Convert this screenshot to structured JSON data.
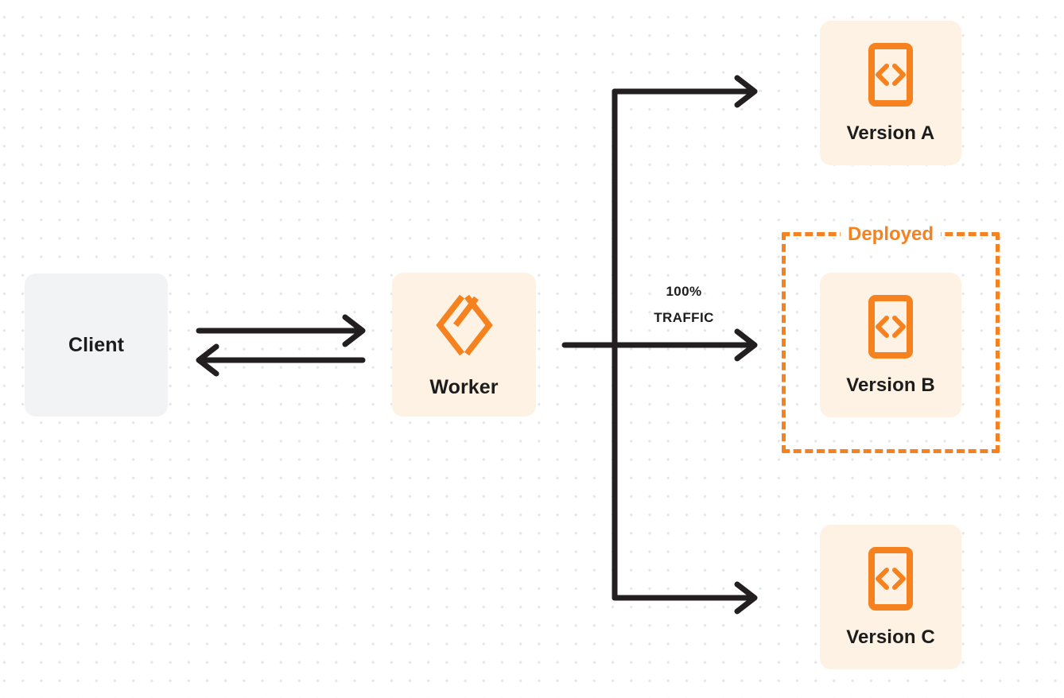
{
  "diagram": {
    "title": "Cloudflare Worker version traffic routing",
    "background": {
      "color": "#ffffff",
      "dot_color": "#e6e6e6",
      "pattern": "dot-grid"
    },
    "colors": {
      "accent_orange": "#f6821f",
      "card_cream": "#fdf2e3",
      "card_gray": "#f2f3f4",
      "text_dark": "#1c1c1c",
      "line_dark": "#231f20"
    }
  },
  "nodes": {
    "client": {
      "label": "Client",
      "icon": "none",
      "fill": "#f2f3f4"
    },
    "worker": {
      "label": "Worker",
      "icon": "cloudflare-workers-logo",
      "fill": "#fdf2e3"
    },
    "version_a": {
      "label": "Version A",
      "icon": "code-file-icon",
      "fill": "#fdf2e3"
    },
    "version_b": {
      "label": "Version B",
      "icon": "code-file-icon",
      "fill": "#fdf2e3"
    },
    "version_c": {
      "label": "Version C",
      "icon": "code-file-icon",
      "fill": "#fdf2e3"
    }
  },
  "annotations": {
    "deployed_label": "Deployed",
    "traffic_percent": "100%",
    "traffic_word": "TRAFFIC"
  },
  "connectors": {
    "client_to_worker": "request-arrow-right",
    "worker_to_client": "response-arrow-left",
    "worker_to_version_a": "branch-arrow-top",
    "worker_to_version_b": "branch-arrow-middle",
    "worker_to_version_c": "branch-arrow-bottom"
  }
}
